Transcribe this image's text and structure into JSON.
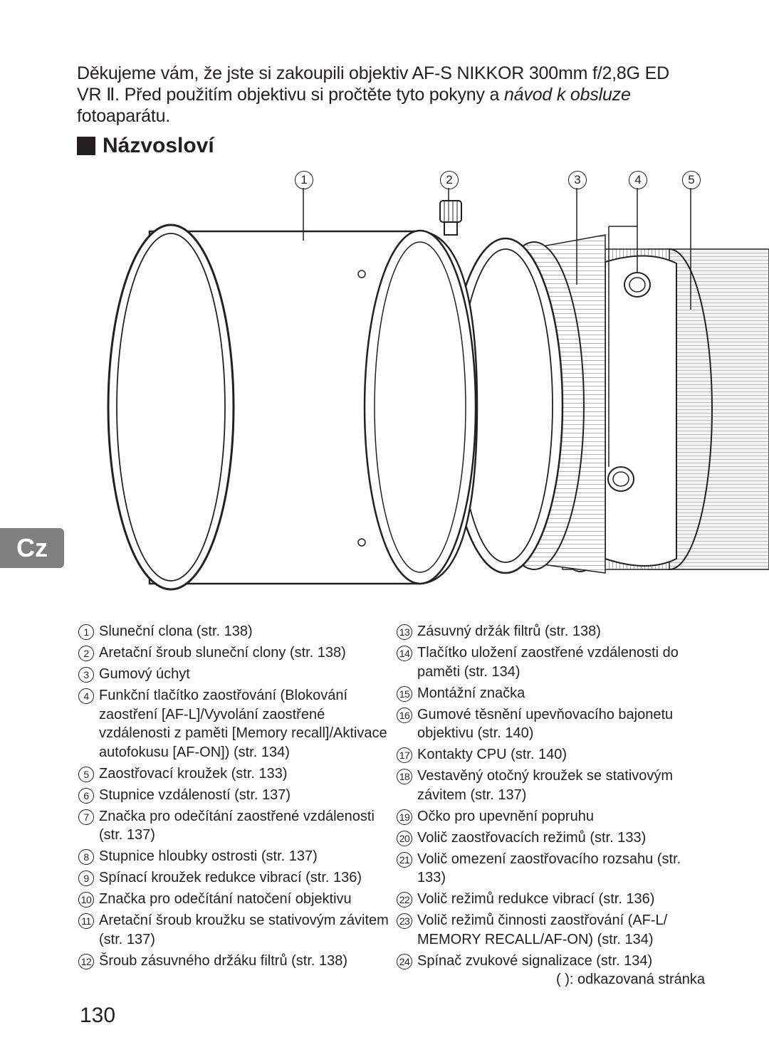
{
  "intro": {
    "line1": "Děkujeme vám, že jste si zakoupili objektiv AF-S NIKKOR 300mm f/2,8G ED",
    "line2a": "VR Ⅱ. Před použitím objektivu si pročtěte tyto pokyny a",
    "manual": "návod k obsluze",
    "line3": "fotoaparátu."
  },
  "heading": "Názvosloví",
  "lang_tab": "Cz",
  "callouts": [
    "1",
    "2",
    "3",
    "4",
    "5"
  ],
  "parts_left": [
    {
      "n": "1",
      "text": "Sluneční clona (str. 138)"
    },
    {
      "n": "2",
      "text": "Aretační šroub sluneční clony (str. 138)"
    },
    {
      "n": "3",
      "text": "Gumový úchyt"
    },
    {
      "n": "4",
      "text": "Funkční tlačítko zaostřování (Blokování zaostření [AF-L]/Vyvolání zaostřené vzdálenosti z paměti [Memory recall]/Aktivace autofokusu [AF-ON]) (str. 134)"
    },
    {
      "n": "5",
      "text": "Zaostřovací kroužek (str. 133)"
    },
    {
      "n": "6",
      "text": "Stupnice vzdáleností (str. 137)"
    },
    {
      "n": "7",
      "text": "Značka pro odečítání zaostřené vzdálenosti (str. 137)"
    },
    {
      "n": "8",
      "text": "Stupnice hloubky ostrosti (str. 137)"
    },
    {
      "n": "9",
      "text": "Spínací kroužek redukce vibrací (str. 136)"
    },
    {
      "n": "10",
      "text": "Značka pro odečítání natočení objektivu"
    },
    {
      "n": "11",
      "text": "Aretační šroub kroužku se stativovým závitem (str. 137)"
    },
    {
      "n": "12",
      "text": "Šroub zásuvného držáku filtrů (str. 138)"
    }
  ],
  "parts_right": [
    {
      "n": "13",
      "text": "Zásuvný držák filtrů (str. 138)"
    },
    {
      "n": "14",
      "text": "Tlačítko uložení zaostřené vzdálenosti do paměti (str. 134)"
    },
    {
      "n": "15",
      "text": "Montážní značka"
    },
    {
      "n": "16",
      "text": "Gumové těsnění upevňovacího bajonetu objektivu (str. 140)"
    },
    {
      "n": "17",
      "text": "Kontakty CPU (str. 140)"
    },
    {
      "n": "18",
      "text": "Vestavěný otočný kroužek se stativovým závitem (str. 137)"
    },
    {
      "n": "19",
      "text": "Očko pro upevnění popruhu"
    },
    {
      "n": "20",
      "text": "Volič zaostřovacích režimů (str. 133)"
    },
    {
      "n": "21",
      "text": "Volič omezení zaostřovacího rozsahu (str. 133)"
    },
    {
      "n": "22",
      "text": "Volič režimů redukce vibrací (str. 136)"
    },
    {
      "n": "23",
      "text": "Volič režimů činnosti zaostřování (AF-L/ MEMORY RECALL/AF-ON) (str. 134)"
    },
    {
      "n": "24",
      "text": "Spínač zvukové signalizace (str. 134)"
    }
  ],
  "note": "(   ): odkazovaná stránka",
  "page_number": "130"
}
